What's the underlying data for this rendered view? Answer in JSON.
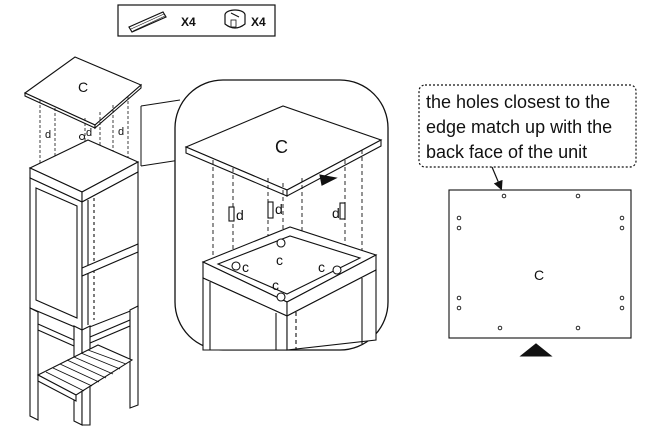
{
  "parts_box": {
    "dowel_count": "X4",
    "cam_count": "X4",
    "dowel_icon": "wooden-dowel-icon",
    "cam_icon": "cam-lock-icon"
  },
  "note": {
    "line1": "the holes closest to the",
    "line2": "edge match up with the",
    "line3": "back face of the unit"
  },
  "labels": {
    "top_panel": "C",
    "panel_letter_lower": "c",
    "dowel_letter": "d"
  },
  "colors": {
    "line": "#111111",
    "fill": "#ffffff",
    "shade": "#dddddd"
  }
}
